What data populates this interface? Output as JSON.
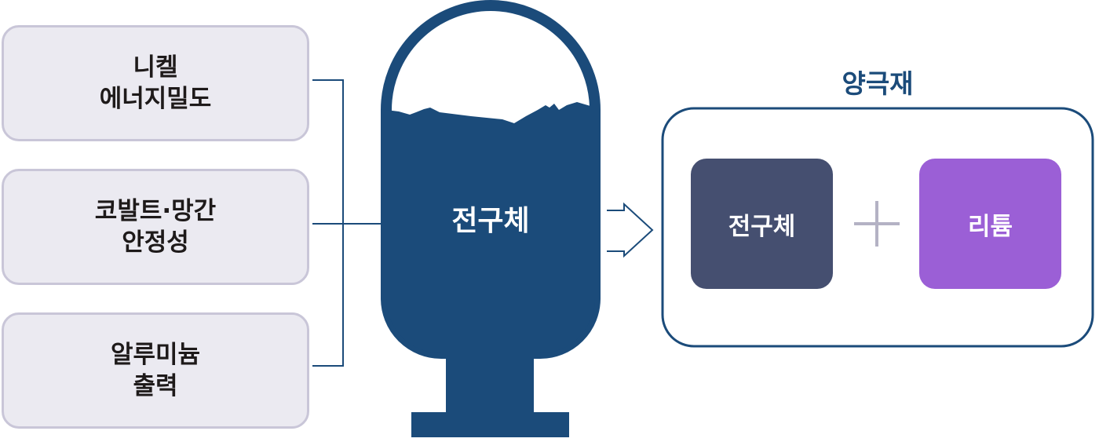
{
  "factors": [
    {
      "label": "니켈\n에너지밀도"
    },
    {
      "label": "코발트·망간\n안정성"
    },
    {
      "label": "알루미늄\n출력"
    }
  ],
  "tank": {
    "label": "전구체"
  },
  "cathode": {
    "title": "양극재",
    "components": [
      {
        "label": "전구체",
        "color": "#454f70"
      },
      {
        "label": "리튬",
        "color": "#9b5fd6"
      }
    ],
    "operator": "+"
  },
  "colors": {
    "primary": "#1b4b7a",
    "factor_bg": "#ebeaf1",
    "factor_border": "#c9c6d8",
    "plus": "#b4b2c4"
  }
}
